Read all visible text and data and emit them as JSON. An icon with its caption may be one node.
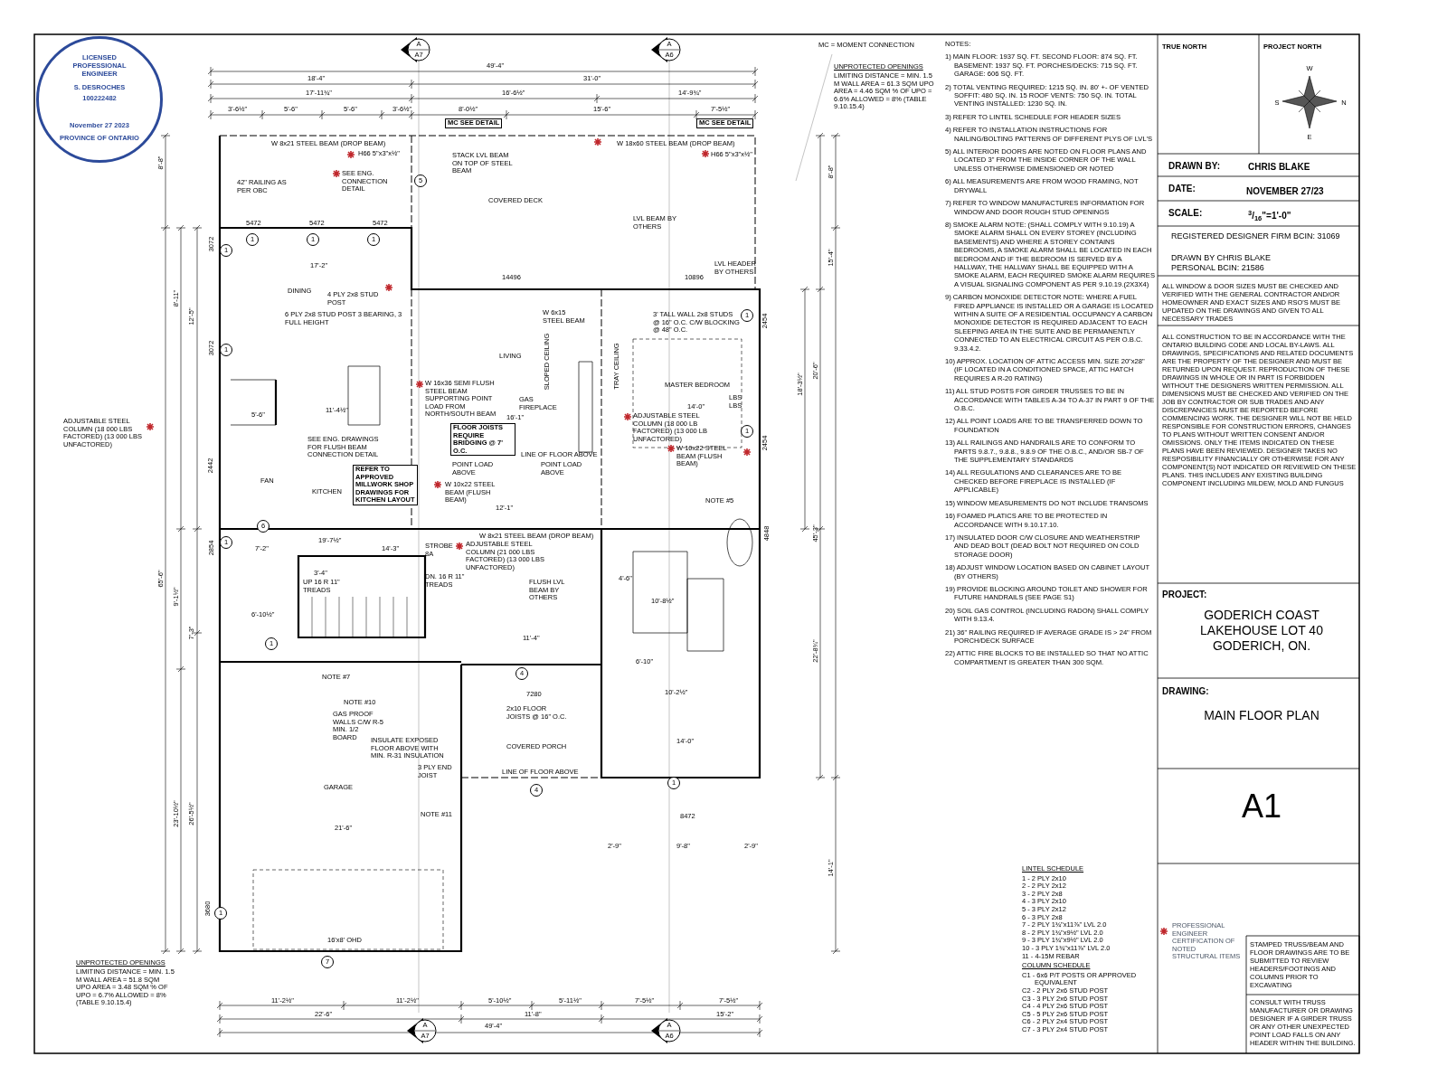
{
  "diagram": {
    "labels": [
      "LICENSED PROFESSIONAL ENGINEER",
      "S. DESROCHES",
      "100222482",
      "November 27 2023",
      "PROVINCE OF ONTARIO",
      "A",
      "A7",
      "A",
      "A6",
      "MC = MOMENT CONNECTION",
      "UNPROTECTED OPENINGS",
      "LIMITING DISTANCE = MIN. 1.5 M WALL AREA = 61.3 SQM UPO AREA = 4.46 SQM % OF UPO = 6.6% ALLOWED = 8% (TABLE 9.10.15.4)",
      "49'-4\"",
      "18'-4\"",
      "31'-0\"",
      "17'-11¾\"",
      "16'-6½\"",
      "14'-9¾\"",
      "3'-6½\"",
      "5'-6\"",
      "5'-6\"",
      "3'-6½\"",
      "8'-0½\"",
      "15'-6\"",
      "7'-5½\"",
      "MC SEE DETAIL",
      "MC SEE DETAIL",
      "W 8x21 STEEL BEAM (DROP BEAM)",
      "W 18x60 STEEL BEAM (DROP BEAM)",
      "H66 5\"x3\"x½\"",
      "SEE ENG. CONNECTION DETAIL",
      "STACK LVL BEAM ON TOP OF STEEL BEAM",
      "H66 5\"x3\"x½\"",
      "42\" RAILING AS PER OBC",
      "COVERED DECK",
      "LVL BEAM BY OTHERS",
      "5472",
      "5472",
      "5472",
      "17'-2\"",
      "14496",
      "10896",
      "LVL HEADER BY OTHERS",
      "DINING",
      "4 PLY 2x8 STUD POST",
      "6 PLY 2x8 STUD POST 3 BEARING, 3 FULL HEIGHT",
      "W 6x15 STEEL BEAM",
      "3' TALL WALL 2x8 STUDS @ 16\" O.C. C/W BLOCKING @ 48\" O.C.",
      "LIVING",
      "MASTER BEDROOM",
      "LBS LBS",
      "SLOPED CEILING",
      "TRAY CEILING",
      "GAS FIREPLACE",
      "W 16x36 SEMI FLUSH STEEL BEAM SUPPORTING POINT LOAD FROM NORTH/SOUTH BEAM",
      "16'-1\"",
      "14'-0\"",
      "11'-4½\"",
      "5'-6\"",
      "FLOOR JOISTS REQUIRE BRIDGING @ 7' O.C.",
      "ADJUSTABLE STEEL COLUMN (18 000 LB FACTORED) (13 000 LB UNFACTORED)",
      "W 10x22 STEEL BEAM (FLUSH BEAM)",
      "LINE OF FLOOR ABOVE",
      "SEE ENG. DRAWINGS FOR FLUSH BEAM CONNECTION DETAIL",
      "POINT LOAD ABOVE",
      "POINT LOAD ABOVE",
      "W 10x22 STEEL BEAM (FLUSH BEAM)",
      "KITCHEN",
      "REFER TO APPROVED MILLWORK SHOP DRAWINGS FOR KITCHEN LAYOUT",
      "FAN",
      "NOTE #5",
      "12'-1\"",
      "W 8x21 STEEL BEAM (DROP BEAM)",
      "ADJUSTABLE STEEL COLUMN (18 000 LBS FACTORED) (13 000 LBS UNFACTORED)",
      "19'-7½\"",
      "7'-2\"",
      "14'-3\"",
      "STROBE 8A",
      "ADJUSTABLE STEEL COLUMN (21 000 LBS FACTORED) (13 000 LBS UNFACTORED)",
      "DN. 16 R 11\" TREADS",
      "UP 16 R 11\" TREADS",
      "3'-4\"",
      "6'-10½\"",
      "FLUSH LVL BEAM BY OTHERS",
      "11'-4\"",
      "4'-6\"",
      "10'-8½\"",
      "6'-10\"",
      "NOTE #7",
      "NOTE #10",
      "GAS PROOF WALLS C/W R-5 MIN. 1/2 BOARD",
      "7280",
      "2x10 FLOOR JOISTS @ 16\" O.C.",
      "INSULATE EXPOSED FLOOR ABOVE WITH MIN. R-31 INSULATION",
      "COVERED PORCH",
      "3 PLY END JOIST",
      "LINE OF FLOOR ABOVE",
      "GARAGE",
      "NOTE #11",
      "10'-2½\"",
      "14'-0\"",
      "8472",
      "2'-9\"",
      "9'-8\"",
      "2'-9\"",
      "21'-6\"",
      "16'x8' OHD",
      "11'-2½\"",
      "11'-2½\"",
      "5'-10½\"",
      "5'-11½\"",
      "7'-5½\"",
      "7'-5½\"",
      "22'-6\"",
      "11'-8\"",
      "15'-2\"",
      "A",
      "A7",
      "49'-4\"",
      "A",
      "A6",
      "UNPROTECTED OPENINGS",
      "LIMITING DISTANCE = MIN. 1.5 M WALL AREA = 51.8 SQM UPO AREA = 3.48 SQM % OF UPO = 6.7% ALLOWED = 8% (TABLE 9.10.15.4)",
      "8'-8\"",
      "8'-11\"",
      "12'-5\"",
      "65'-6\"",
      "9'-1½\"",
      "7'-3\"",
      "23'-10½\"",
      "26'-5½\"",
      "8'-8\"",
      "15'-4\"",
      "20'-6\"",
      "18'-3½\"",
      "45'-3\"",
      "22'-8¾\"",
      "14'-1\"",
      "3072",
      "3072",
      "2442",
      "2854",
      "2454",
      "2454",
      "4848",
      "3680",
      "1",
      "1",
      "1",
      "1",
      "1",
      "1",
      "1",
      "1",
      "1",
      "1",
      "1",
      "5",
      "6",
      "4",
      "4",
      "7",
      "NOTES:",
      "1) MAIN FLOOR: 1937 SQ. FT. SECOND FLOOR: 874 SQ. FT. BASEMENT: 1937 SQ. FT. PORCHES/DECKS: 715 SQ. FT. GARAGE: 606 SQ. FT.",
      "2) TOTAL VENTING REQUIRED: 1215 SQ. IN. 80' +- OF VENTED SOFFIT: 480 SQ. IN. 15 ROOF VENTS: 750 SQ. IN. TOTAL VENTING INSTALLED: 1230 SQ. IN.",
      "3) REFER TO LINTEL SCHEDULE FOR HEADER SIZES",
      "4) REFER TO INSTALLATION INSTRUCTIONS FOR NAILING/BOLTING PATTERNS OF DIFFERENT PLYS OF LVL'S",
      "5) ALL INTERIOR DOORS ARE NOTED ON FLOOR PLANS AND LOCATED 3\" FROM THE INSIDE CORNER OF THE WALL UNLESS OTHERWISE DIMENSIONED OR NOTED",
      "6) ALL MEASUREMENTS ARE FROM WOOD FRAMING, NOT DRYWALL",
      "7) REFER TO WINDOW MANUFACTURES INFORMATION FOR WINDOW AND DOOR ROUGH STUD OPENINGS",
      "8) SMOKE ALARM NOTE: (SHALL COMPLY WITH 9.10.19) A SMOKE ALARM SHALL ON EVERY STOREY (INCLUDING BASEMENTS) AND WHERE A STOREY CONTAINS BEDROOMS, A SMOKE ALARM SHALL BE LOCATED IN EACH BEDROOM AND IF THE BEDROOM IS SERVED BY A HALLWAY, THE HALLWAY SHALL BE EQUIPPED WITH A SMOKE ALARM, EACH REQUIRED SMOKE ALARM REQUIRES A VISUAL SIGNALING COMPONENT AS PER 9.10.19.(2X3X4)",
      "9) CARBON MONOXIDE DETECTOR NOTE: WHERE A FUEL FIRED APPLIANCE IS INSTALLED OR A GARAGE IS LOCATED WITHIN A SUITE OF A RESIDENTIAL OCCUPANCY A CARBON MONOXIDE DETECTOR IS REQUIRED ADJACENT TO EACH SLEEPING AREA IN THE SUITE AND BE PERMANENTLY CONNECTED TO AN ELECTRICAL CIRCUIT AS PER O.B.C. 9.33.4.2.",
      "10) APPROX. LOCATION OF ATTIC ACCESS MIN. SIZE 20\"x28\" (IF LOCATED IN A CONDITIONED SPACE, ATTIC HATCH REQUIRES A R-20 RATING)",
      "11) ALL STUD POSTS FOR GIRDER TRUSSES TO BE IN ACCORDANCE WITH TABLES A-34 TO A-37 IN PART 9 OF THE O.B.C.",
      "12) ALL POINT LOADS ARE TO BE TRANSFERRED DOWN TO FOUNDATION",
      "13) ALL RAILINGS AND HANDRAILS ARE TO CONFORM TO PARTS 9.8.7., 9.8.8., 9.8.9 OF THE O.B.C., AND/OR SB-7 OF THE SUPPLEMENTARY STANDARDS",
      "14) ALL REGULATIONS AND CLEARANCES ARE TO BE CHECKED BEFORE FIREPLACE IS INSTALLED (IF APPLICABLE)",
      "15) WINDOW MEASUREMENTS DO NOT INCLUDE TRANSOMS",
      "16) FOAMED PLATICS ARE TO BE PROTECTED IN ACCORDANCE WITH 9.10.17.10.",
      "17) INSULATED DOOR C/W CLOSURE AND WEATHERSTRIP AND DEAD BOLT (DEAD BOLT NOT REQUIRED ON COLD STORAGE DOOR)",
      "18) ADJUST WINDOW LOCATION BASED ON CABINET LAYOUT (BY OTHERS)",
      "19) PROVIDE BLOCKING AROUND TOILET AND SHOWER FOR FUTURE HANDRAILS (SEE PAGE S1)",
      "20) SOIL GAS CONTROL (INCLUDING RADON) SHALL COMPLY WITH 9.13.4.",
      "21) 36\" RAILING REQUIRED IF AVERAGE GRADE IS > 24\" FROM PORCH/DECK SURFACE",
      "22) ATTIC FIRE BLOCKS TO BE INSTALLED SO THAT NO ATTIC COMPARTMENT IS GREATER THAN 300 SQM.",
      "LINTEL SCHEDULE",
      "1 - 2 PLY 2x10",
      "2 - 2 PLY 2x12",
      "3 - 2 PLY 2x8",
      "4 - 3 PLY 2x10",
      "5 - 3 PLY 2x12",
      "6 - 3 PLY 2x8",
      "7 - 2 PLY 1¾\"x11⅞\" LVL 2.0",
      "8 - 2 PLY 1¾\"x9½\" LVL 2.0",
      "9 - 3 PLY 1¾\"x9½\" LVL 2.0",
      "10 - 3 PLY 1¾\"x11⅞\" LVL 2.0",
      "11 - 4-15M REBAR",
      "COLUMN SCHEDULE",
      "C1 - 6x6 P/T POSTS OR APPROVED EQUIVALENT",
      "C2 - 2 PLY 2x6 STUD POST",
      "C3 - 3 PLY 2x6 STUD POST",
      "C4 - 4 PLY 2x6 STUD POST",
      "C5 - 5 PLY 2x6 STUD POST",
      "C6 - 2 PLY 2x4 STUD POST",
      "C7 - 3 PLY 2x4 STUD POST",
      "TRUE NORTH",
      "PROJECT NORTH",
      "W",
      "S",
      "N",
      "E",
      "DRAWN BY:",
      "CHRIS BLAKE",
      "DATE:",
      "NOVEMBER 27/23",
      "SCALE:",
      "$^{3}$/$_{16}$\"=1'-0\"",
      "REGISTERED DESIGNER FIRM BCIN: 31069",
      "DRAWN BY CHRIS BLAKE PERSONAL BCIN: 21586",
      "ALL WINDOW & DOOR SIZES MUST BE CHECKED AND VERIFIED WITH THE GENERAL CONTRACTOR AND/OR HOMEOWNER AND EXACT SIZES AND RSO'S MUST BE UPDATED ON THE DRAWINGS AND GIVEN TO ALL NECESSARY TRADES",
      "ALL CONSTRUCTION TO BE IN ACCORDANCE WITH THE ONTARIO BUILDING CODE AND LOCAL BY-LAWS. ALL DRAWINGS, SPECIFICATIONS AND RELATED DOCUMENTS ARE THE PROPERTY OF THE DESIGNER AND MUST BE RETURNED UPON REQUEST. REPRODUCTION OF THESE DRAWINGS IN WHOLE OR IN PART IS FORBIDDEN WITHOUT THE DESIGNERS WRITTEN PERMISSION. ALL DIMENSIONS MUST BE CHECKED AND VERIFIED ON THE JOB BY CONTRACTOR OR SUB TRADES AND ANY DISCREPANCIES MUST BE REPORTED BEFORE COMMENCING WORK. THE DESIGNER WILL NOT BE HELD RESPONSIBLE FOR CONSTRUCTION ERRORS, CHANGES TO PLANS WITHOUT WRITTEN CONSENT AND/OR OMISSIONS. ONLY THE ITEMS INDICATED ON THESE PLANS HAVE BEEN REVIEWED. DESIGNER TAKES NO RESPOSIBILITY FINANCIALLY OR OTHERWISE FOR ANY COMPONENT(S) NOT INDICATED OR REVIEWED ON THESE PLANS. THIS INCLUDES ANY EXISTING BUILDING COMPONENT INCLUDING MILDEW, MOLD AND FUNGUS",
      "PROJECT:",
      "GODERICH COAST LAKEHOUSE LOT 40 GODERICH, ON.",
      "DRAWING:",
      "MAIN FLOOR PLAN",
      "A1",
      "PROFESSIONAL ENGINEER CERTIFICATION OF NOTED STRUCTURAL ITEMS",
      "STAMPED TRUSS/BEAM AND FLOOR DRAWINGS ARE TO BE SUBMITTED TO REVIEW HEADERS/FOOTINGS AND COLUMNS PRIOR TO EXCAVATING",
      "CONSULT WITH TRUSS MANUFACTURER OR DRAWING DESIGNER IF A GIRDER TRUSS OR ANY OTHER UNEXPECTED POINT LOAD FALLS ON ANY HEADER WITHIN THE BUILDING."
    ]
  }
}
